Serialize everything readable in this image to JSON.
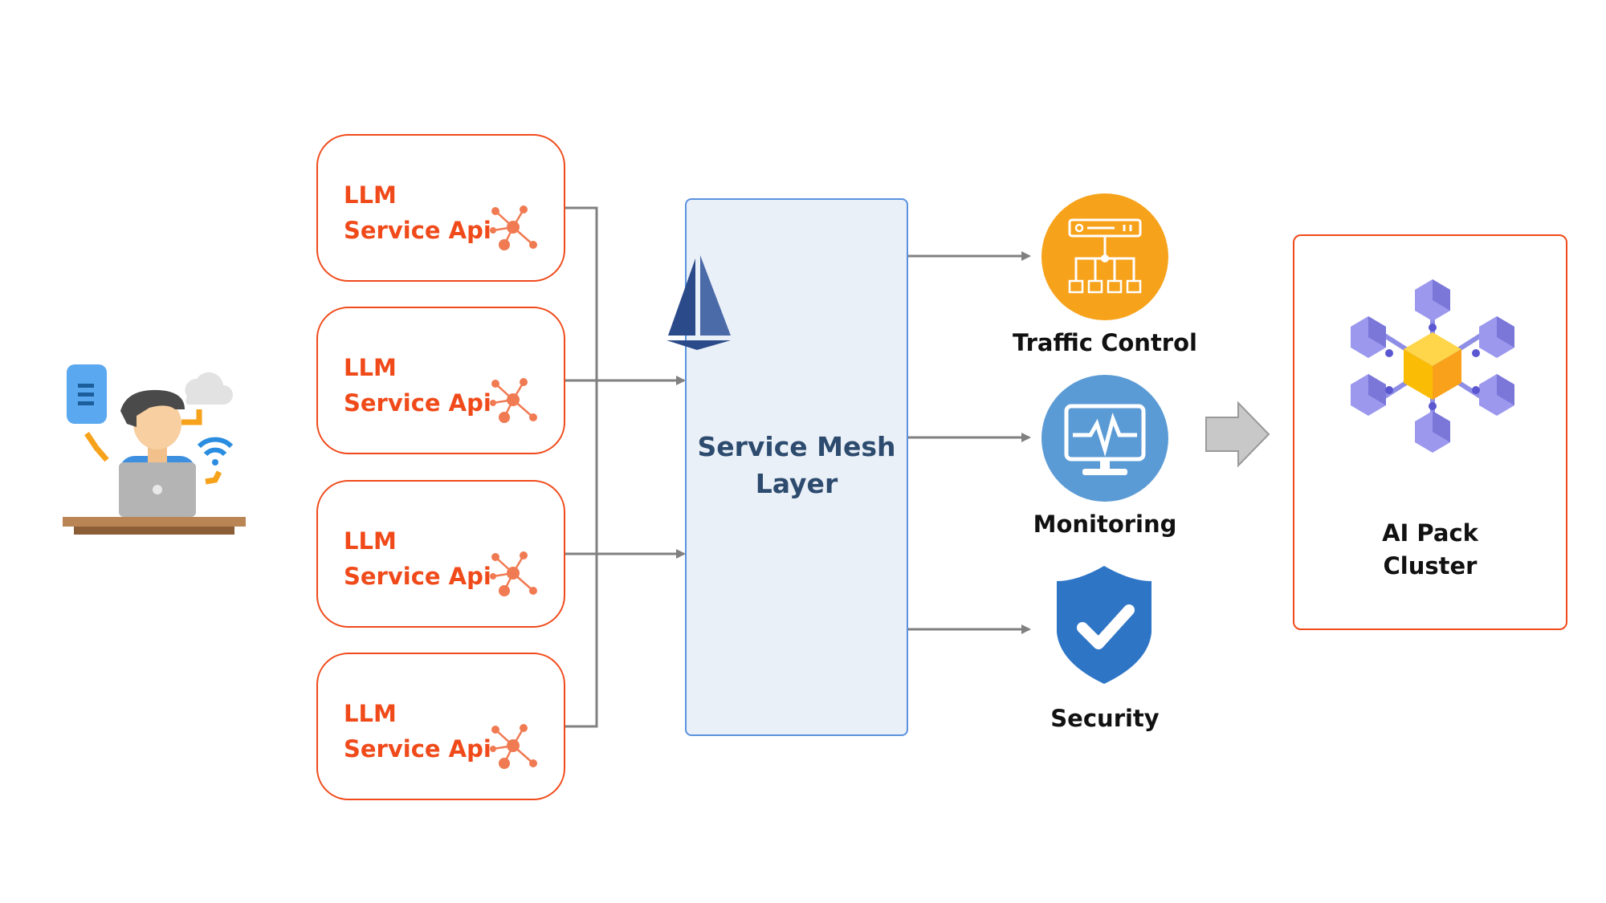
{
  "services": [
    {
      "line1": "LLM",
      "line2": "Service Api"
    },
    {
      "line1": "LLM",
      "line2": "Service Api"
    },
    {
      "line1": "LLM",
      "line2": "Service Api"
    },
    {
      "line1": "LLM",
      "line2": "Service Api"
    }
  ],
  "mesh": {
    "line1": "Service Mesh",
    "line2": "Layer"
  },
  "features": [
    {
      "label": "Traffic Control",
      "icon": "traffic-control-icon",
      "color": "#f7a21b"
    },
    {
      "label": "Monitoring",
      "icon": "monitor-icon",
      "color": "#5b9bd5"
    },
    {
      "label": "Security",
      "icon": "shield-check-icon",
      "color": "#2e75c6"
    }
  ],
  "cluster": {
    "line1": "AI Pack",
    "line2": "Cluster"
  },
  "colors": {
    "accent": "#f04a1a",
    "mesh_border": "#5a92e0",
    "mesh_fill": "#eaf0f8",
    "connector": "#808080"
  }
}
